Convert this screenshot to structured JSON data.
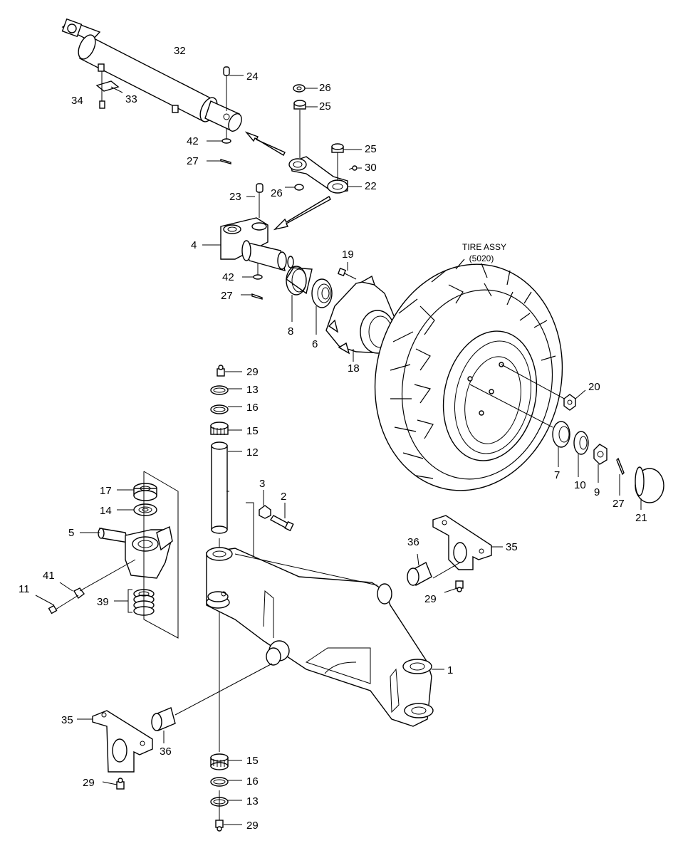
{
  "diagram": {
    "note": {
      "line1": "TIRE ASSY",
      "line2": "(5020)"
    },
    "callouts": {
      "c32": "32",
      "c24": "24",
      "c34": "34",
      "c33": "33",
      "c26a": "26",
      "c25a": "25",
      "c25b": "25",
      "c30": "30",
      "c26b": "26",
      "c22": "22",
      "c42a": "42",
      "c27a": "27",
      "c23": "23",
      "c4": "4",
      "c19": "19",
      "c42b": "42",
      "c27b": "27",
      "c8": "8",
      "c6": "6",
      "c18": "18",
      "c20": "20",
      "c7": "7",
      "c10": "10",
      "c9": "9",
      "c27c": "27",
      "c21": "21",
      "c29a": "29",
      "c13a": "13",
      "c16a": "16",
      "c15a": "15",
      "c12": "12",
      "c3": "3",
      "c2": "2",
      "c17": "17",
      "c14": "14",
      "c5": "5",
      "c36a": "36",
      "c35a": "35",
      "c41": "41",
      "c11": "11",
      "c39": "39",
      "c29b": "29",
      "c1": "1",
      "c35b": "35",
      "c36b": "36",
      "c29c": "29",
      "c15b": "15",
      "c16b": "16",
      "c13b": "13",
      "c29d": "29"
    }
  }
}
